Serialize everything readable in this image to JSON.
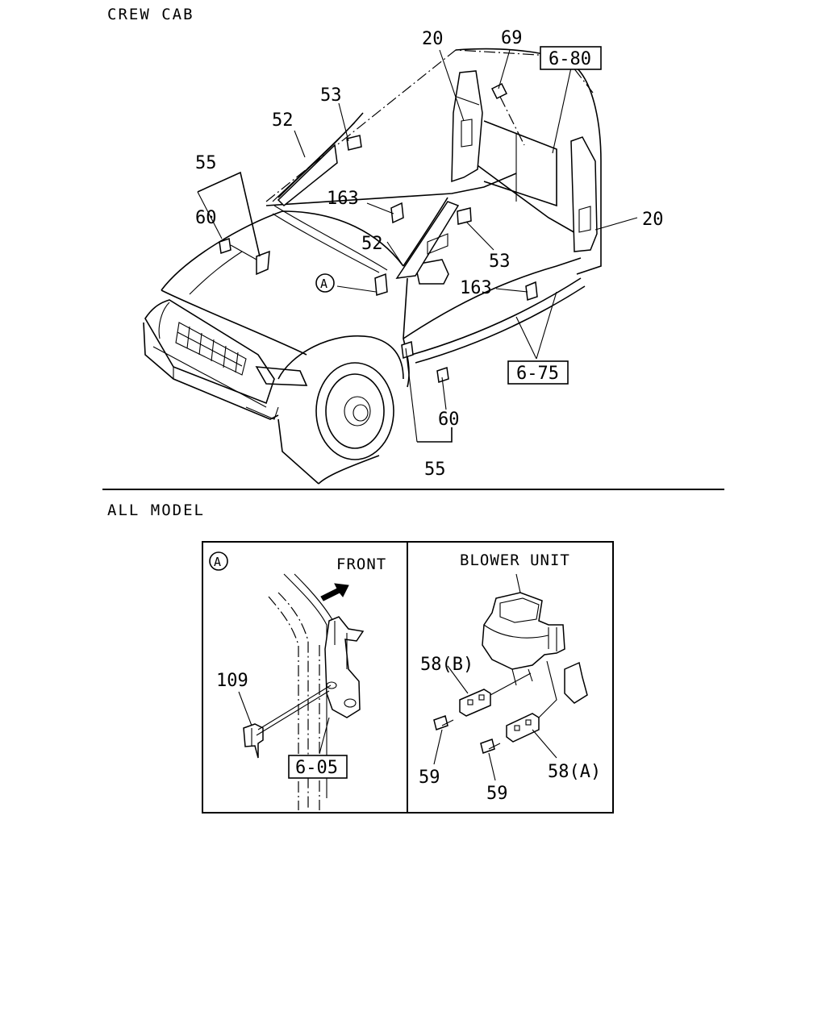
{
  "sections": {
    "top": "CREW CAB",
    "bottom": "ALL MODEL"
  },
  "top_diagram": {
    "callouts": {
      "n20_left": "20",
      "n20_right": "20",
      "n69": "69",
      "n53_top": "53",
      "n53_right": "53",
      "n52_top": "52",
      "n52_mid": "52",
      "n55_top": "55",
      "n55_bottom": "55",
      "n60_left": "60",
      "n60_bottom": "60",
      "n163_left": "163",
      "n163_right": "163",
      "circle_a": "A"
    },
    "refs": {
      "r680": "6-80",
      "r675": "6-75"
    }
  },
  "detail_a": {
    "marker": "A",
    "front_label": "FRONT",
    "n109": "109",
    "ref": "6-05"
  },
  "detail_blower": {
    "title": "BLOWER UNIT",
    "n58b": "58(B)",
    "n58a": "58(A)",
    "n59_left": "59",
    "n59_right": "59"
  }
}
